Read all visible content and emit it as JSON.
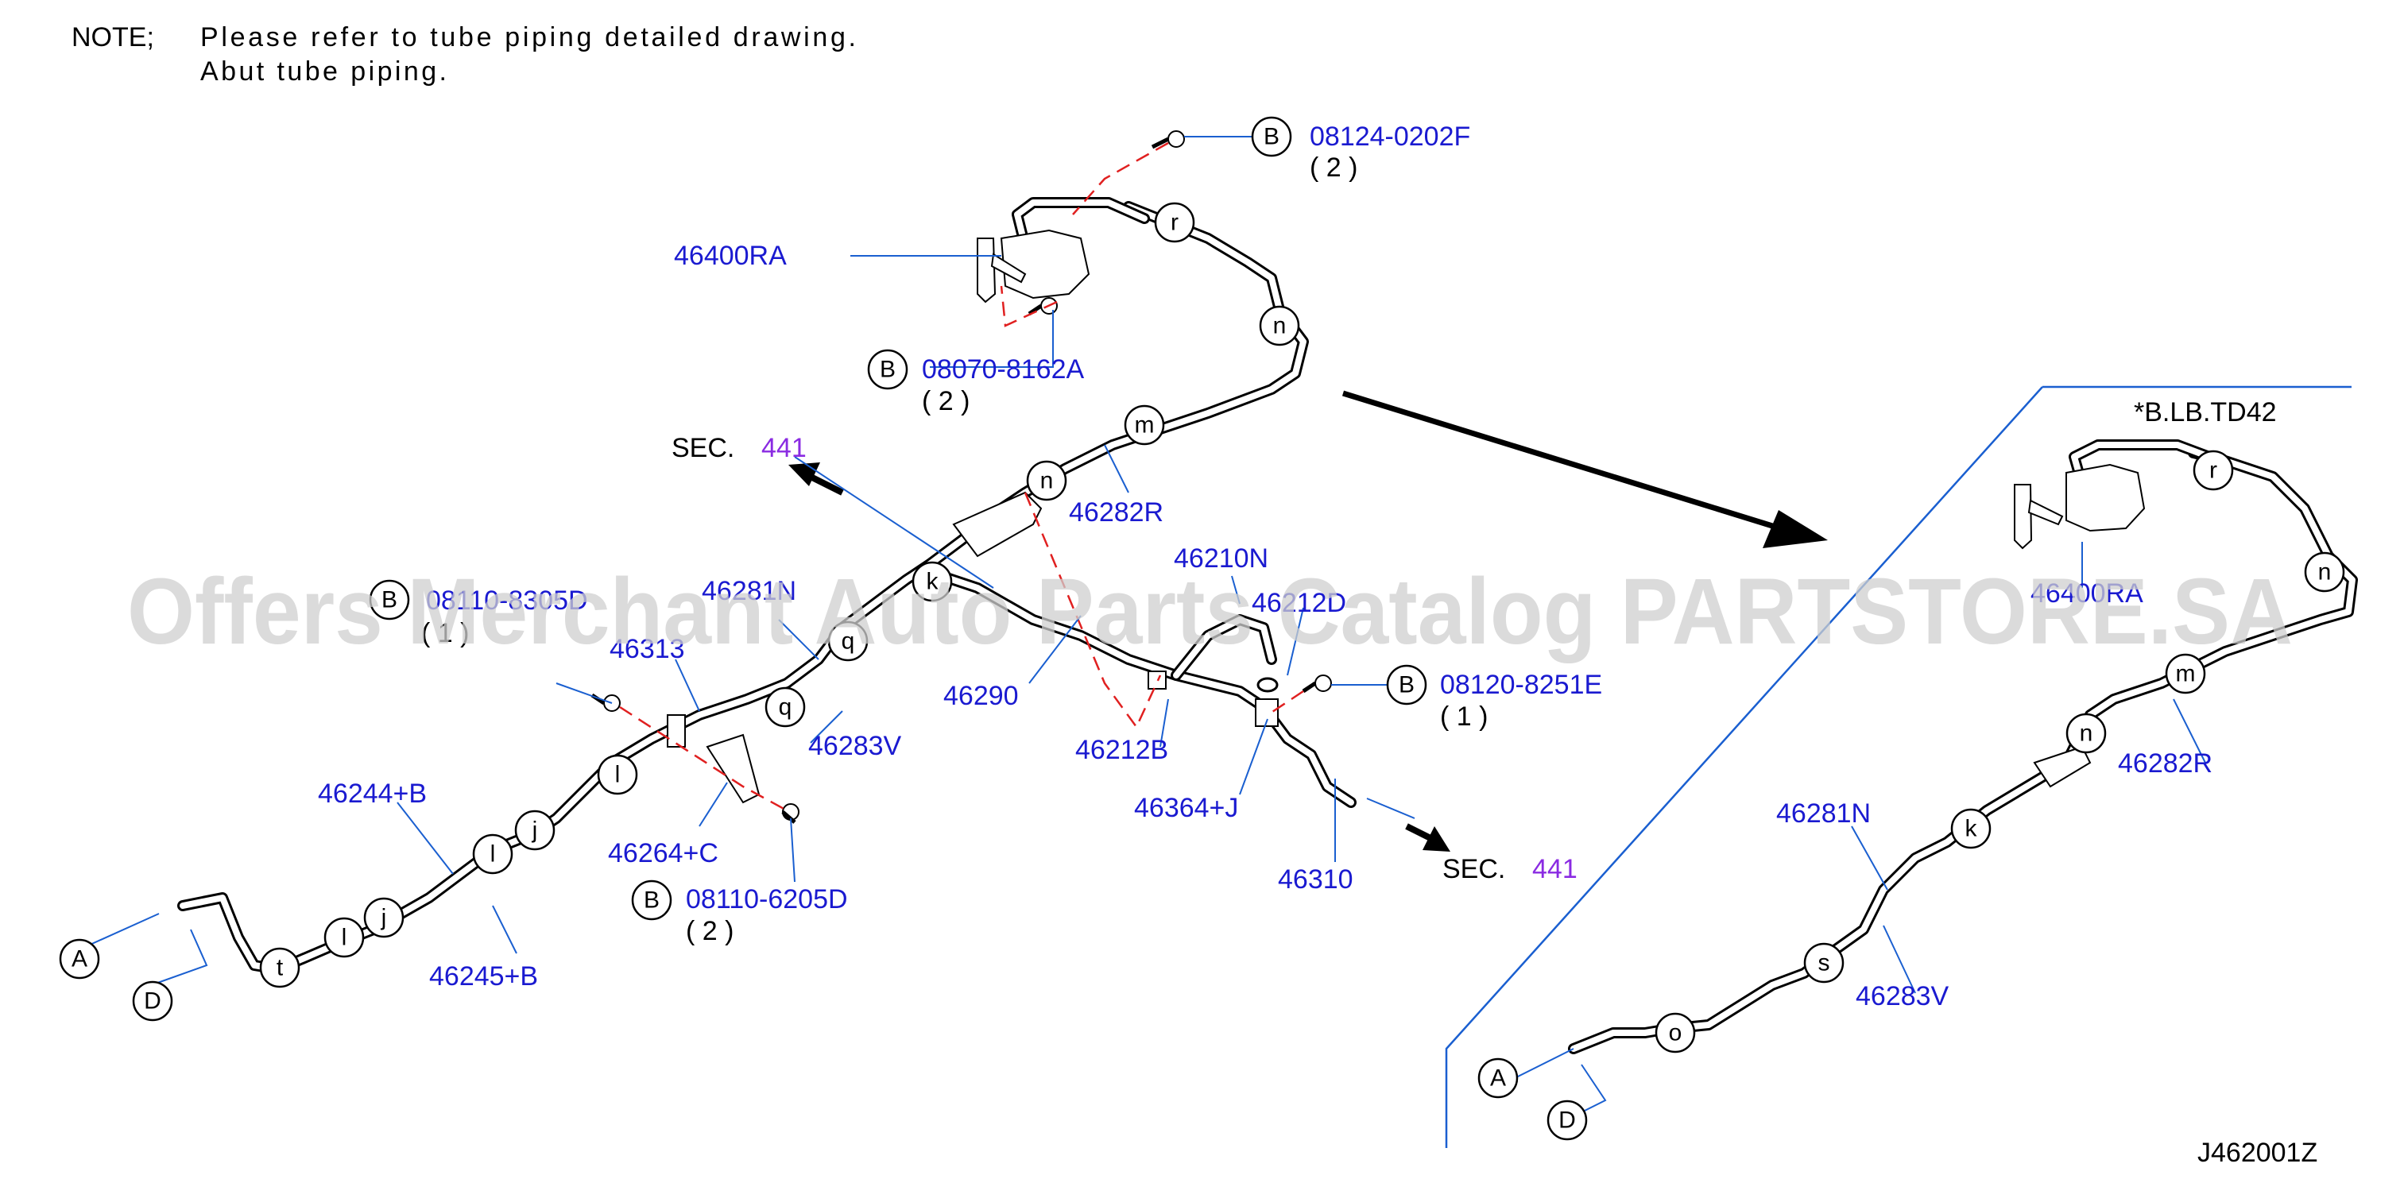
{
  "note": {
    "label": "NOTE;",
    "line1": "Please refer to tube piping detailed drawing.",
    "line2": "Abut tube piping."
  },
  "parts": {
    "p1": "08124-0202F",
    "p1_qty": "( 2 )",
    "p2": "46400RA",
    "p3": "08070-8162A",
    "p3_qty": "( 2 )",
    "p4": "46282R",
    "p5": "46210N",
    "p6": "46212D",
    "p7": "08120-8251E",
    "p7_qty": "( 1 )",
    "p8": "46212B",
    "p9": "46364+J",
    "p10": "46310",
    "p11": "46290",
    "p12": "46281N",
    "p13": "46283V",
    "p14": "46313",
    "p15": "08110-8305D",
    "p15_qty": "( 1 )",
    "p16": "46264+C",
    "p17": "08110-6205D",
    "p17_qty": "( 2 )",
    "p18": "46244+B",
    "p19": "46245+B"
  },
  "inset_parts": {
    "a": "46400RA",
    "b": "46282R",
    "c": "46281N",
    "d": "46283V"
  },
  "sec_refs": {
    "label": "SEC.",
    "top_num": "441",
    "bottom_num": "441"
  },
  "bubbles": {
    "bolt": "B",
    "r": "r",
    "n": "n",
    "m": "m",
    "k": "k",
    "q": "q",
    "l": "l",
    "j": "j",
    "t": "t",
    "s": "s",
    "o": "o",
    "A": "A",
    "D": "D"
  },
  "inset_title": "*B.LB.TD42",
  "diagram_id": "J462001Z",
  "watermark": "Offers Merchant Auto Parts Catalog PARTSTORE.SA",
  "colors": {
    "part_number": "#1a1ad0",
    "sec_number": "#8a2be2",
    "callout_line": "#1a5fd0",
    "dashed_guide": "#e02020",
    "watermark": "#cfcfcf"
  }
}
